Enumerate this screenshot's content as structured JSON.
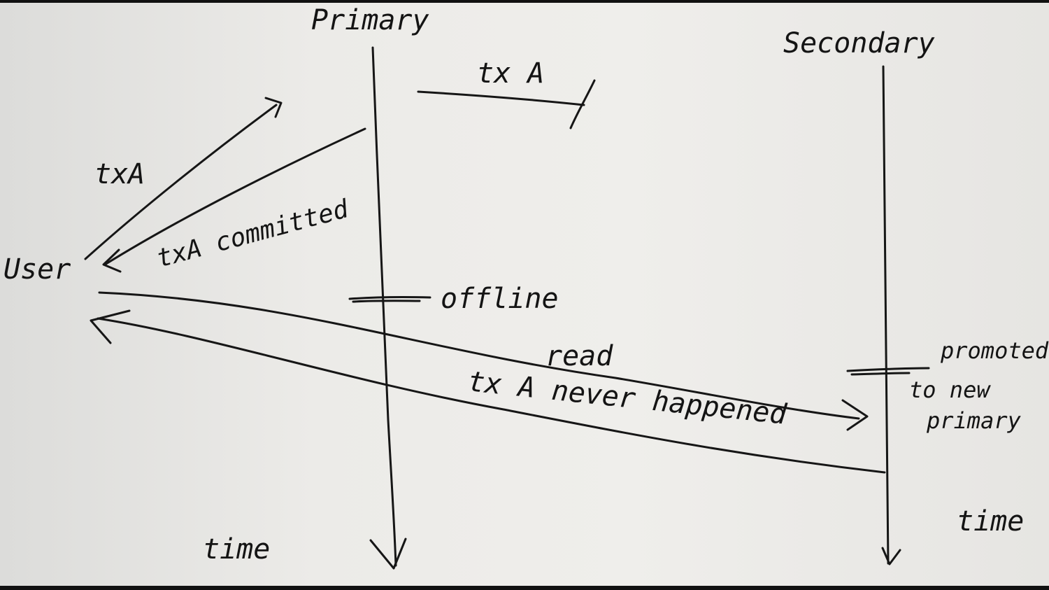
{
  "labels": {
    "primary": "Primary",
    "secondary": "Secondary",
    "user": "User",
    "tx_a_request": "txA",
    "tx_a_committed": "txA committed",
    "tx_a_replication": "tx A",
    "offline": "offline",
    "read": "read",
    "tx_a_never_happened": "tx A never happened",
    "promoted_line1": "promoted",
    "promoted_line2": "to new",
    "promoted_line3": "primary",
    "time_primary": "time",
    "time_secondary": "time"
  }
}
